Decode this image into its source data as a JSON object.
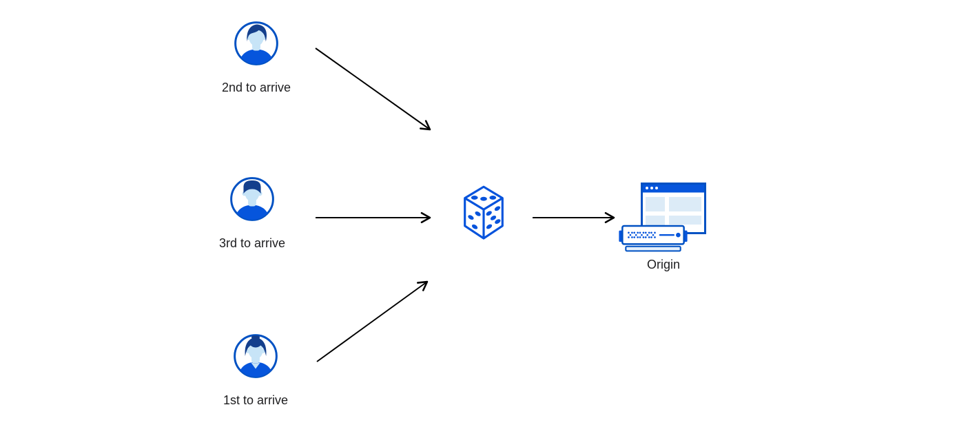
{
  "diagram": {
    "description": "Three visitors arriving in different order are routed randomly to an origin server",
    "background": "#ffffff",
    "colors": {
      "outline_blue": "#0051c3",
      "fill_blue": "#0655dc",
      "hair_navy": "#143f8c",
      "skin_light_blue": "#c7e4f7",
      "pale_block_blue": "#dcebf7",
      "arrow_black": "#000000",
      "text": "#1d1d1f"
    },
    "visitors": [
      {
        "label": "2nd to arrive",
        "icon": "male-avatar"
      },
      {
        "label": "3rd to arrive",
        "icon": "male-avatar"
      },
      {
        "label": "1st to arrive",
        "icon": "female-avatar"
      }
    ],
    "randomizer": {
      "icon": "dice"
    },
    "origin": {
      "label": "Origin",
      "icon": "origin-server"
    }
  }
}
